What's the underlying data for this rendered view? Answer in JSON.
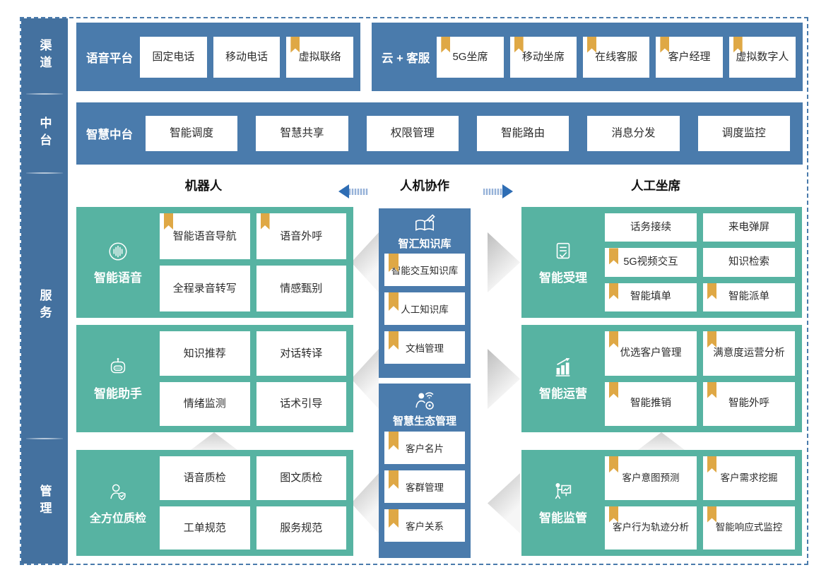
{
  "colors": {
    "container_blue": "#4A7BAC",
    "sidebar_blue": "#44719F",
    "teal": "#57B3A2",
    "bookmark_gold": "#DFA845",
    "arrow_blue": "#2E6DB4",
    "chevron_grey": "#BDBDBD",
    "frame_dash_blue": "#4B7BAC"
  },
  "sidebar": [
    {
      "id": "channel",
      "label": "渠道"
    },
    {
      "id": "middle-platform",
      "label": "中台"
    },
    {
      "id": "service",
      "label": "服务"
    },
    {
      "id": "management",
      "label": "管理"
    }
  ],
  "top_rows": [
    {
      "id": "voice-platform",
      "title": "语音平台",
      "cards": [
        {
          "label": "固定电话",
          "bookmark": false
        },
        {
          "label": "移动电话",
          "bookmark": false
        },
        {
          "label": "虚拟联络",
          "bookmark": true
        }
      ]
    },
    {
      "id": "cloud-service",
      "title": "云 + 客服",
      "cards": [
        {
          "label": "5G坐席",
          "bookmark": true
        },
        {
          "label": "移动坐席",
          "bookmark": true
        },
        {
          "label": "在线客服",
          "bookmark": true
        },
        {
          "label": "客户经理",
          "bookmark": true
        },
        {
          "label": "虚拟数字人",
          "bookmark": true
        }
      ]
    }
  ],
  "platform_row": {
    "id": "smart-middle-platform",
    "title": "智慧中台",
    "cards": [
      {
        "label": "智能调度",
        "bookmark": false
      },
      {
        "label": "智慧共享",
        "bookmark": false
      },
      {
        "label": "权限管理",
        "bookmark": false
      },
      {
        "label": "智能路由",
        "bookmark": false
      },
      {
        "label": "消息分发",
        "bookmark": false
      },
      {
        "label": "调度监控",
        "bookmark": false
      }
    ]
  },
  "collab_header": {
    "left": "机器人",
    "center": "人机协作",
    "right": "人工坐席"
  },
  "side_blocks": [
    {
      "id": "smart-voice",
      "icon": "voice-wave-icon",
      "title": "智能语音",
      "cards": [
        {
          "label": "智能语音导航",
          "bookmark": true
        },
        {
          "label": "语音外呼",
          "bookmark": true
        },
        {
          "label": "全程录音转写",
          "bookmark": false
        },
        {
          "label": "情感甄别",
          "bookmark": false
        }
      ]
    },
    {
      "id": "smart-assistant",
      "icon": "robot-icon",
      "title": "智能助手",
      "cards": [
        {
          "label": "知识推荐",
          "bookmark": false
        },
        {
          "label": "对话转译",
          "bookmark": false
        },
        {
          "label": "情绪监测",
          "bookmark": false
        },
        {
          "label": "话术引导",
          "bookmark": false
        }
      ]
    },
    {
      "id": "omni-quality-inspection",
      "icon": "inspector-badge-icon",
      "title": "全方位质检",
      "cards": [
        {
          "label": "语音质检",
          "bookmark": false
        },
        {
          "label": "图文质检",
          "bookmark": false
        },
        {
          "label": "工单规范",
          "bookmark": false
        },
        {
          "label": "服务规范",
          "bookmark": false
        }
      ]
    },
    {
      "id": "smart-acceptance",
      "icon": "document-check-icon",
      "title": "智能受理",
      "cards": [
        {
          "label": "话务接续",
          "bookmark": false
        },
        {
          "label": "来电弹屏",
          "bookmark": false
        },
        {
          "label": "5G视频交互",
          "bookmark": true
        },
        {
          "label": "知识检索",
          "bookmark": false
        },
        {
          "label": "智能填单",
          "bookmark": true
        },
        {
          "label": "智能派单",
          "bookmark": true
        }
      ]
    },
    {
      "id": "smart-operation",
      "icon": "chart-growth-icon",
      "title": "智能运营",
      "cards": [
        {
          "label": "优选客户管理",
          "bookmark": true
        },
        {
          "label": "满意度运营分析",
          "bookmark": true
        },
        {
          "label": "智能推销",
          "bookmark": true
        },
        {
          "label": "智能外呼",
          "bookmark": true
        }
      ]
    },
    {
      "id": "smart-supervision",
      "icon": "presentation-board-icon",
      "title": "智能监管",
      "cards": [
        {
          "label": "客户意图预测",
          "bookmark": true
        },
        {
          "label": "客户需求挖掘",
          "bookmark": true
        },
        {
          "label": "客户行为轨迹分析",
          "bookmark": true
        },
        {
          "label": "智能响应式监控",
          "bookmark": true
        }
      ]
    }
  ],
  "middle_blocks": [
    {
      "id": "knowledge-hub",
      "icon": "book-pen-icon",
      "title": "智汇知识库",
      "items": [
        {
          "label": "智能交互知识库",
          "bookmark": true
        },
        {
          "label": "人工知识库",
          "bookmark": true
        },
        {
          "label": "文档管理",
          "bookmark": true
        }
      ]
    },
    {
      "id": "smart-eco-management",
      "icon": "person-network-icon",
      "title": "智慧生态管理",
      "items": [
        {
          "label": "客户名片",
          "bookmark": true
        },
        {
          "label": "客群管理",
          "bookmark": true
        },
        {
          "label": "客户关系",
          "bookmark": true
        }
      ]
    }
  ]
}
